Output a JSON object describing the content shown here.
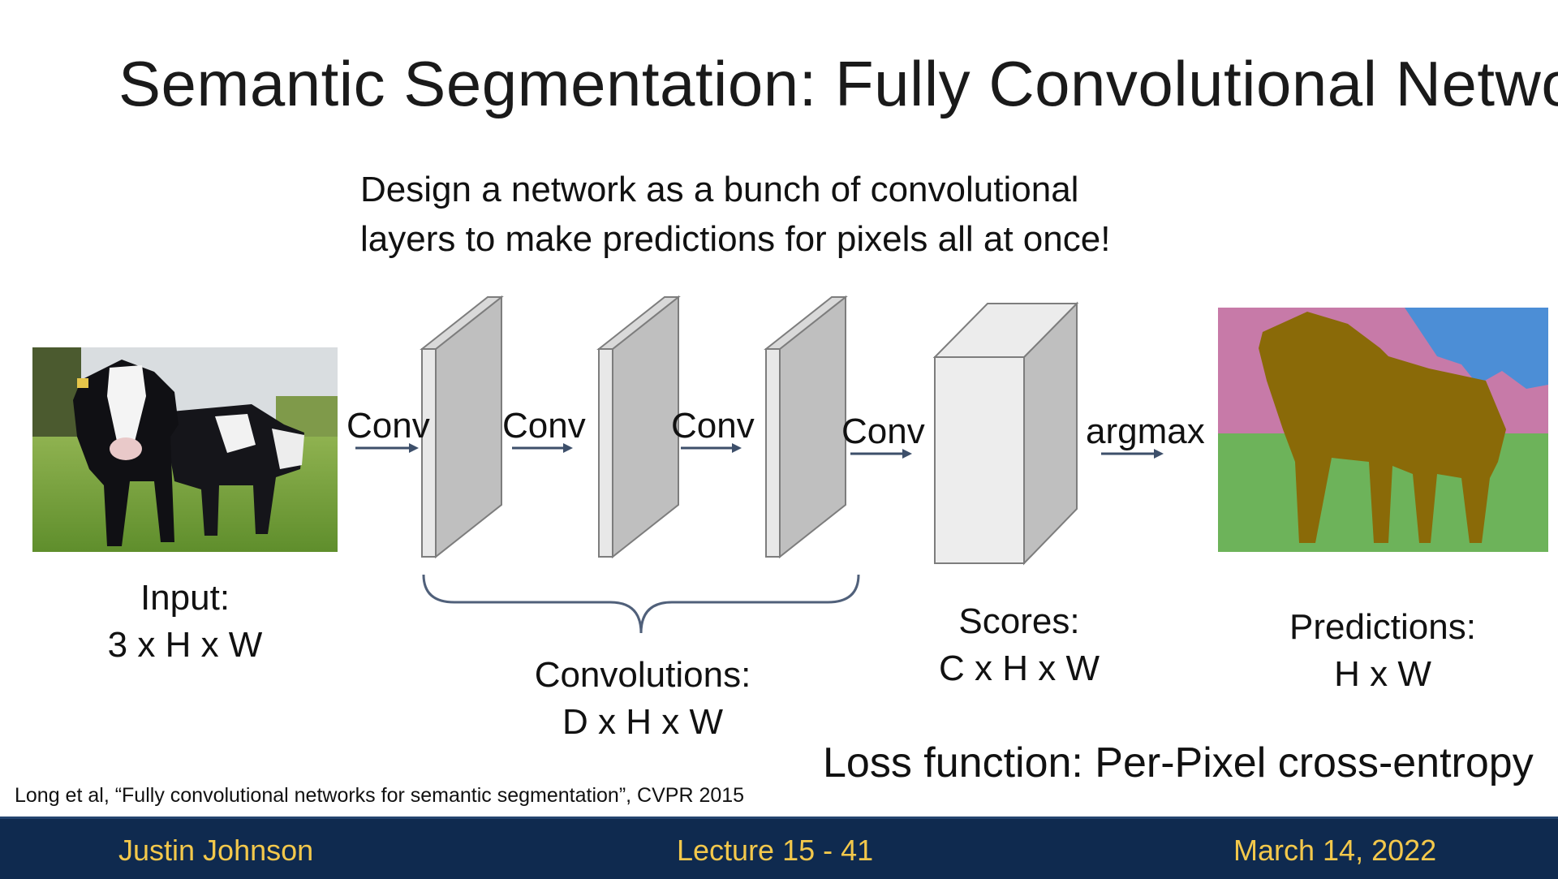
{
  "slide": {
    "title": "Semantic Segmentation: Fully Convolutional Network",
    "subtitle_line1": "Design a network as a bunch of convolutional",
    "subtitle_line2": "layers to  make predictions for pixels all at once!"
  },
  "diagram": {
    "ops": [
      "Conv",
      "Conv",
      "Conv",
      "Conv",
      "argmax"
    ],
    "input_label": "Input:",
    "input_dims": "3 x H x W",
    "conv_label": "Convolutions:",
    "conv_dims": "D x H x W",
    "scores_label": "Scores:",
    "scores_dims": "C x H x W",
    "pred_label": "Predictions:",
    "pred_dims": "H x W",
    "loss": "Loss function: Per-Pixel cross-entropy"
  },
  "citation": "Long et al, “Fully convolutional networks for semantic segmentation”, CVPR 2015",
  "footer": {
    "author": "Justin Johnson",
    "lecture": "Lecture 15 -  41",
    "date": "March 14, 2022"
  },
  "colors": {
    "footer_bg": "#0f2a4f",
    "footer_text": "#f3c84b",
    "seg_pink": "#c77aa8",
    "seg_blue": "#4c8ed6",
    "seg_green": "#6db35a",
    "seg_cow": "#8a6a08"
  }
}
